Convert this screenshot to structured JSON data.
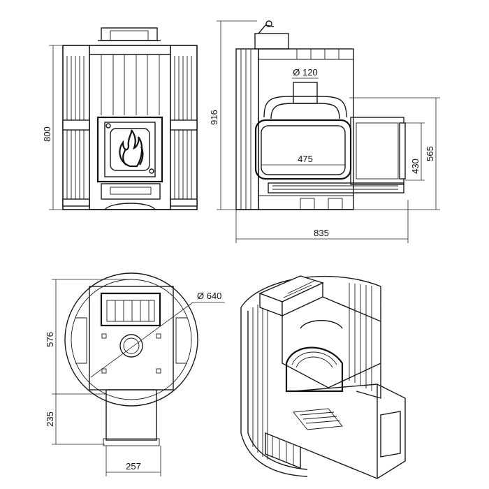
{
  "drawing": {
    "views": [
      "front-view",
      "side-section-view",
      "top-view",
      "isometric-cutaway-view"
    ],
    "dimensions": {
      "front_height": "800",
      "side_total_height": "916",
      "chimney_diameter": "Ø 120",
      "firebox_length": "475",
      "tunnel_height": "430",
      "tunnel_outer_height": "565",
      "overall_depth": "835",
      "body_diameter": "Ø 640",
      "top_view_depth": "576",
      "tunnel_extension": "235",
      "tunnel_width": "257"
    },
    "colors": {
      "line": "#1a1a1a",
      "background": "#ffffff"
    }
  }
}
